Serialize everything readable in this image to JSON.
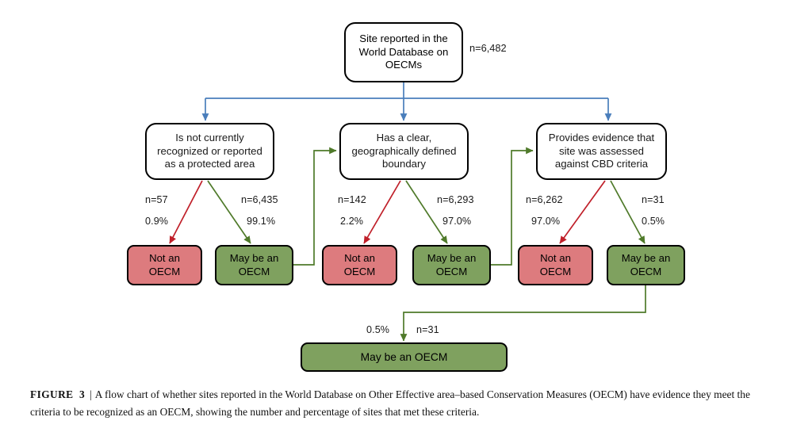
{
  "figure": {
    "label": "FIGURE",
    "number": "3",
    "separator": "|",
    "caption": "A flow chart of whether sites reported in the World Database on Other Effective area–based Conservation Measures (OECM) have evidence they meet the criteria to be recognized as an OECM, showing the number and percentage of sites that met these criteria."
  },
  "colors": {
    "root_arrow": "#4a7ebb",
    "reject_arrow": "#c0202a",
    "accept_arrow": "#4f7a2a",
    "box_border": "#000000",
    "not_oecm_fill": "#dd7b7e",
    "may_be_oecm_fill": "#7fa15f",
    "decision_fill": "#ffffff"
  },
  "chart_data": {
    "type": "diagram",
    "title": "A flow chart of whether sites reported in the World Database on OECMs have evidence they meet the criteria to be recognized as an OECM",
    "total": {
      "label": "Site reported in the\nWorld Database on\nOECMs",
      "count_label": "n=6,482",
      "count": 6482
    },
    "stages": [
      {
        "id": "stage-1",
        "question": "Is not currently\nrecognized or reported\nas a protected area",
        "fail": {
          "n_label": "n=57",
          "pct_label": "0.9%",
          "n": 57,
          "pct": 0.9,
          "outcome": "Not an\nOECM"
        },
        "pass": {
          "n_label": "n=6,435",
          "pct_label": "99.1%",
          "n": 6435,
          "pct": 99.1,
          "outcome": "May be an\nOECM"
        }
      },
      {
        "id": "stage-2",
        "question": "Has a clear,\ngeographically defined\nboundary",
        "fail": {
          "n_label": "n=142",
          "pct_label": "2.2%",
          "n": 142,
          "pct": 2.2,
          "outcome": "Not an\nOECM"
        },
        "pass": {
          "n_label": "n=6,293",
          "pct_label": "97.0%",
          "n": 6293,
          "pct": 97.0,
          "outcome": "May be an\nOECM"
        }
      },
      {
        "id": "stage-3",
        "question": "Provides evidence that\nsite was assessed\nagainst CBD criteria",
        "fail": {
          "n_label": "n=6,262",
          "pct_label": "97.0%",
          "n": 6262,
          "pct": 97.0,
          "outcome": "Not an\nOECM"
        },
        "pass": {
          "n_label": "n=31",
          "pct_label": "0.5%",
          "n": 31,
          "pct": 0.5,
          "outcome": "May be an\nOECM"
        }
      }
    ],
    "final": {
      "label": "May be an OECM",
      "pct_label": "0.5%",
      "n_label": "n=31",
      "n": 31,
      "pct": 0.5
    }
  }
}
